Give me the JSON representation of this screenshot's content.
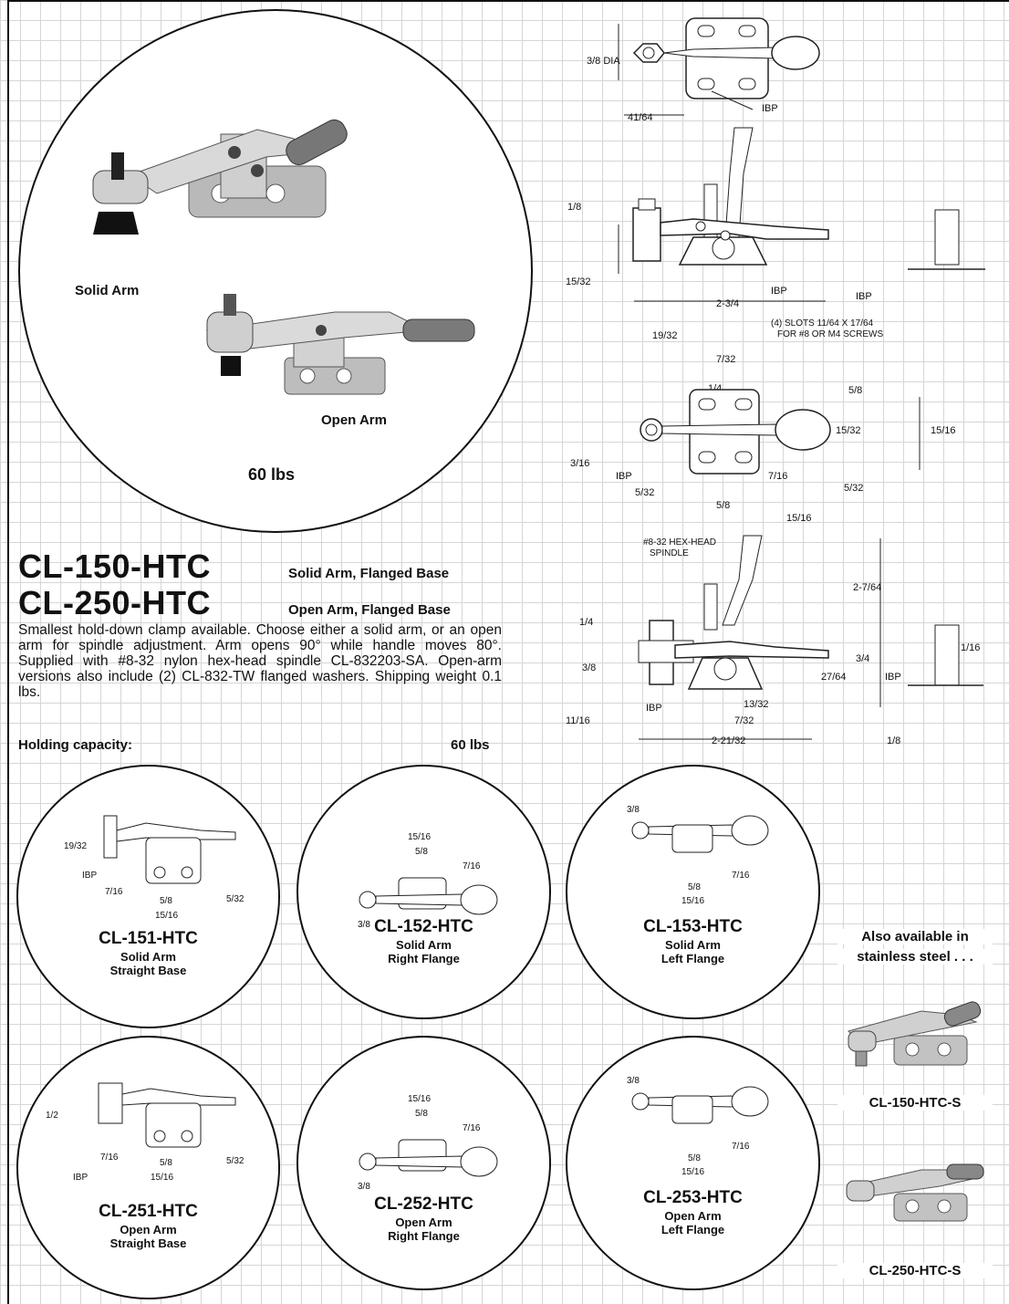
{
  "hero": {
    "label_solid": "Solid Arm",
    "label_open": "Open Arm",
    "capacity": "60 lbs"
  },
  "models": {
    "m1": {
      "name": "CL-150-HTC",
      "desc": "Solid Arm, Flanged Base"
    },
    "m2": {
      "name": "CL-250-HTC",
      "desc": "Open Arm, Flanged Base"
    }
  },
  "description": "Smallest hold-down clamp available. Choose either a solid arm, or an open arm for spindle adjustment. Arm opens 90° while handle moves 80°. Supplied with #8-32 nylon hex-head spindle CL-832203-SA. Open-arm versions also include (2) CL-832-TW flanged washers. Shipping weight 0.1 lbs.",
  "holding": {
    "label": "Holding capacity:",
    "value": "60 lbs"
  },
  "variants": [
    {
      "name": "CL-151-HTC",
      "line1": "Solid Arm",
      "line2": "Straight Base"
    },
    {
      "name": "CL-152-HTC",
      "line1": "Solid Arm",
      "line2": "Right Flange"
    },
    {
      "name": "CL-153-HTC",
      "line1": "Solid Arm",
      "line2": "Left Flange"
    },
    {
      "name": "CL-251-HTC",
      "line1": "Open Arm",
      "line2": "Straight Base"
    },
    {
      "name": "CL-252-HTC",
      "line1": "Open Arm",
      "line2": "Right  Flange"
    },
    {
      "name": "CL-253-HTC",
      "line1": "Open Arm",
      "line2": "Left Flange"
    }
  ],
  "stainless": {
    "heading_1": "Also available in",
    "heading_2": "stainless steel . . .",
    "item1": "CL-150-HTC-S",
    "item2": "CL-250-HTC-S"
  },
  "dims": {
    "top_view": {
      "dia": "3/8 DIA",
      "d1": "41/64",
      "ibp": "IBP"
    },
    "side_view": {
      "d1": "1/8",
      "d2": "15/32",
      "d3": "2-3/4",
      "ibp": "IBP",
      "ibp2": "IBP"
    },
    "plan_view": {
      "d1": "19/32",
      "d2": "7/32",
      "d3": "1/4",
      "note1": "(4) SLOTS 11/64 X 17/64",
      "note2": "FOR #8 OR M4 SCREWS",
      "d4": "5/8",
      "d5": "15/32",
      "d6": "15/16",
      "d7": "3/16",
      "ibp": "IBP",
      "d8": "7/16",
      "d9": "5/32",
      "d10": "5/8",
      "d11": "5/32",
      "d12": "15/16"
    },
    "open_view": {
      "note1": "#8-32 HEX-HEAD",
      "note2": "SPINDLE",
      "d1": "2-7/64",
      "d2": "1/4",
      "d3": "3/4",
      "d4": "3/8",
      "d5": "27/64",
      "ibp": "IBP",
      "d6": "1/16",
      "d7": "IBP",
      "d8": "13/32",
      "d9": "11/16",
      "d10": "7/32",
      "d11": "2-21/32",
      "d12": "1/8"
    },
    "v151": {
      "a": "19/32",
      "b": "IBP",
      "c": "7/16",
      "d": "5/8",
      "e": "5/32",
      "f": "15/16"
    },
    "v152": {
      "a": "15/16",
      "b": "5/8",
      "c": "7/16",
      "d": "3/8"
    },
    "v153": {
      "a": "3/8",
      "b": "7/16",
      "c": "5/8",
      "d": "15/16"
    },
    "v251": {
      "a": "1/2",
      "b": "7/16",
      "c": "5/8",
      "d": "5/32",
      "e": "IBP",
      "f": "15/16"
    },
    "v252": {
      "a": "15/16",
      "b": "5/8",
      "c": "7/16",
      "d": "3/8"
    },
    "v253": {
      "a": "3/8",
      "b": "7/16",
      "c": "5/8",
      "d": "15/16"
    }
  }
}
